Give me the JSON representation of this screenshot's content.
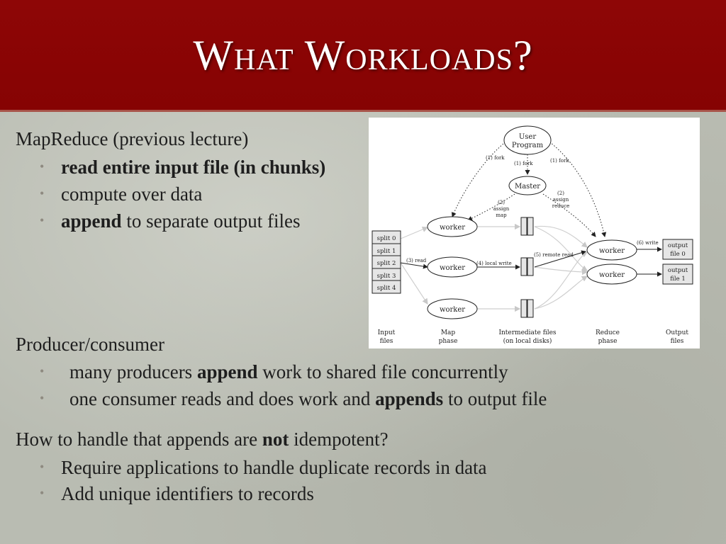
{
  "slide": {
    "title": "What Workloads?"
  },
  "section1": {
    "heading": "MapReduce (previous lecture)",
    "bullets": [
      {
        "bold": "read entire input file (in chunks)",
        "text": ""
      },
      {
        "bold": "",
        "text": "compute over data"
      },
      {
        "bold": "append",
        "text": " to separate output files"
      }
    ]
  },
  "section2": {
    "heading": "Producer/consumer",
    "bullets": [
      {
        "pre": "many producers ",
        "bold": "append",
        "post": " work to shared file concurrently"
      },
      {
        "pre": "one consumer reads and does work and ",
        "bold": "appends",
        "post": " to output file"
      }
    ]
  },
  "section3": {
    "heading_pre": "How to handle that appends are ",
    "heading_bold": "not",
    "heading_post": " idempotent?",
    "bullets": [
      "Require applications to handle duplicate records in data",
      "Add unique identifiers to records"
    ]
  },
  "diagram": {
    "user_program": [
      "User",
      "Program"
    ],
    "master": "Master",
    "fork_labels": [
      "(1) fork",
      "(1) fork",
      "(1) fork"
    ],
    "assign_map": [
      "(2)",
      "assign",
      "map"
    ],
    "assign_reduce": [
      "(2)",
      "assign",
      "reduce"
    ],
    "map_worker": "worker",
    "reduce_worker": "worker",
    "splits": [
      "split 0",
      "split 1",
      "split 2",
      "split 3",
      "split 4"
    ],
    "read_label": "(3) read",
    "local_write_label": "(4) local write",
    "remote_read_label": "(5) remote read",
    "write_label": "(6) write",
    "outputs": [
      [
        "output",
        "file 0"
      ],
      [
        "output",
        "file 1"
      ]
    ],
    "phases": [
      [
        "Input",
        "files"
      ],
      [
        "Map",
        "phase"
      ],
      [
        "Intermediate files",
        "(on local disks)"
      ],
      [
        "Reduce",
        "phase"
      ],
      [
        "Output",
        "files"
      ]
    ]
  }
}
